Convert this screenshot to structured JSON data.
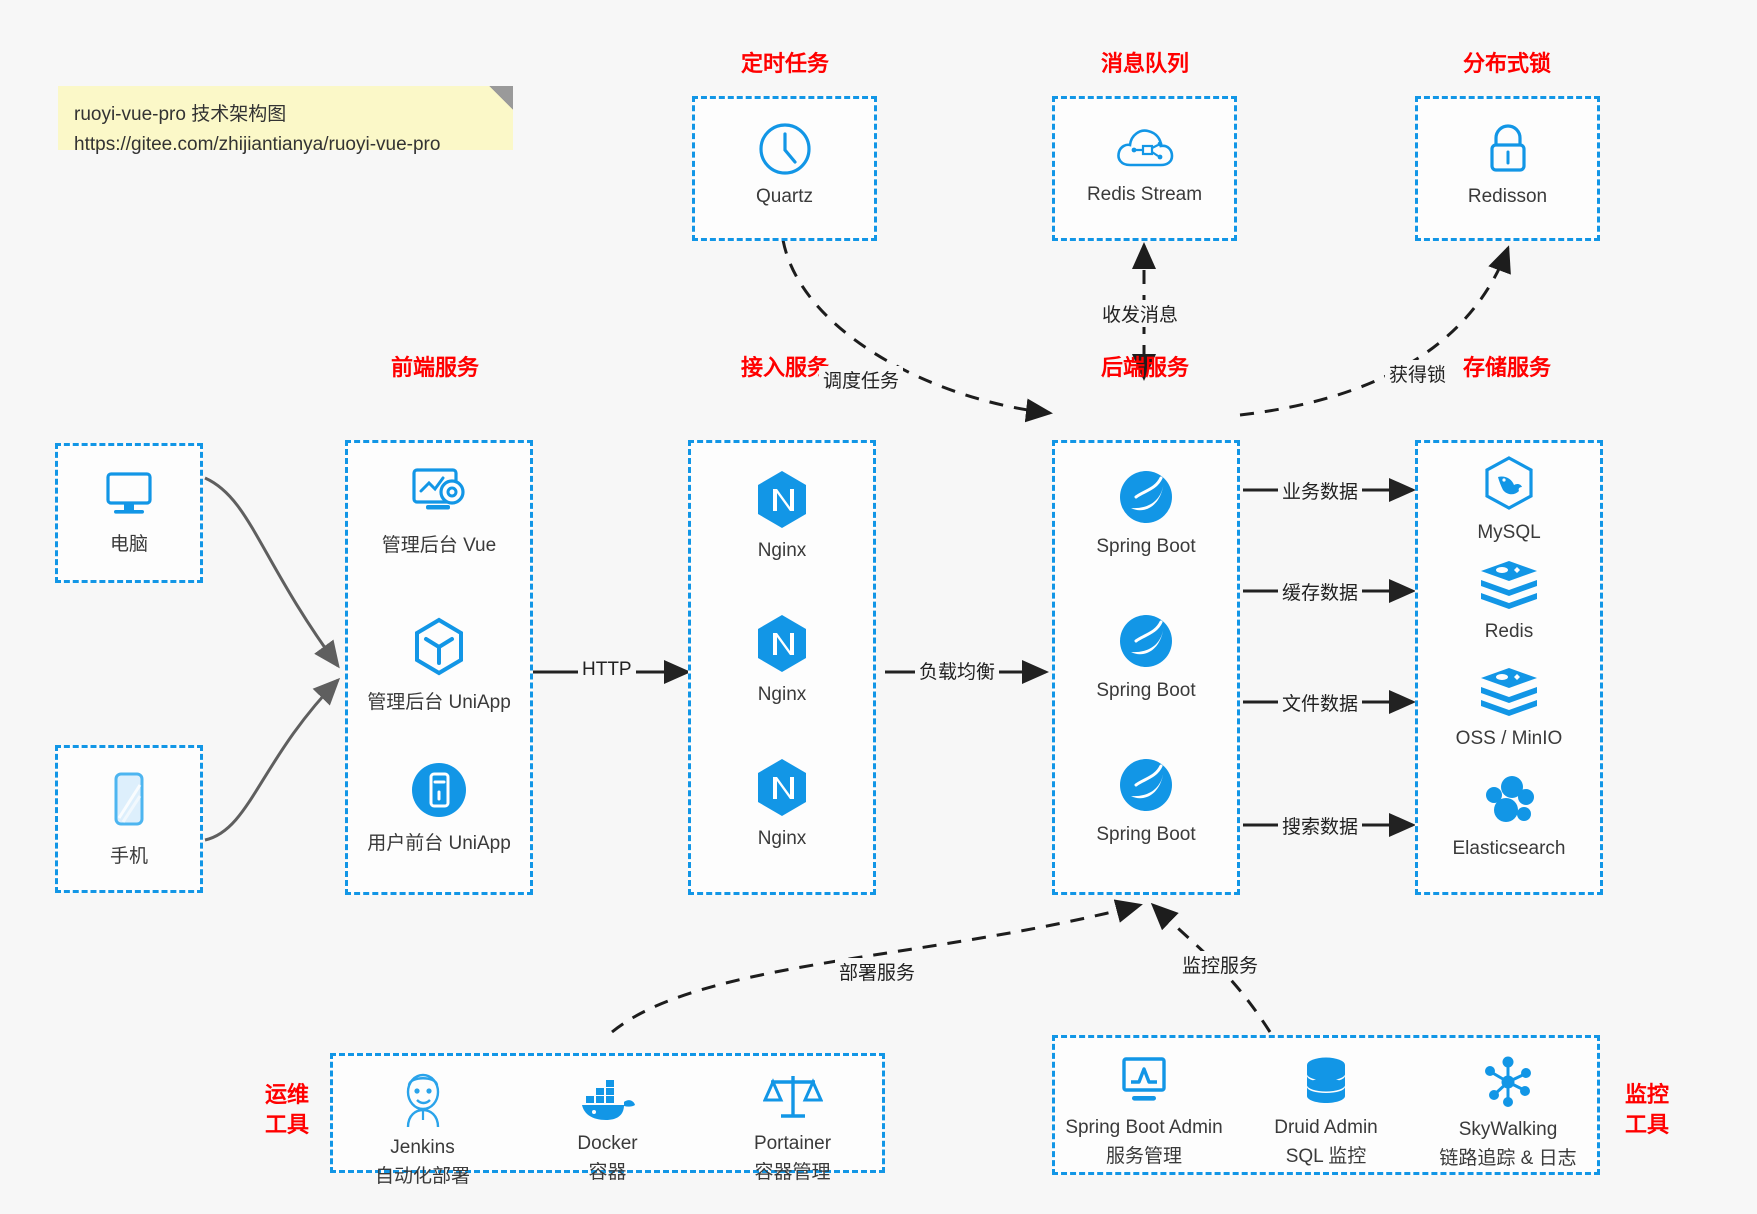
{
  "note": {
    "line1": "ruoyi-vue-pro 技术架构图",
    "line2": "https://gitee.com/zhijiantianya/ruoyi-vue-pro"
  },
  "colors": {
    "accent_blue": "#1296e6",
    "title_red": "#ff0000",
    "background": "#f7f7f7",
    "note_yellow": "#fbf8c8",
    "arrow_dark": "#333333",
    "arrow_gray": "#666666"
  },
  "groups": {
    "scheduler": {
      "title": "定时任务",
      "items": [
        {
          "label": "Quartz",
          "icon": "clock-icon"
        }
      ]
    },
    "mq": {
      "title": "消息队列",
      "items": [
        {
          "label": "Redis Stream",
          "icon": "cloud-network-icon"
        }
      ]
    },
    "lock": {
      "title": "分布式锁",
      "items": [
        {
          "label": "Redisson",
          "icon": "lock-icon"
        }
      ]
    },
    "client_pc": {
      "items": [
        {
          "label": "电脑",
          "icon": "desktop-icon"
        }
      ]
    },
    "client_phone": {
      "items": [
        {
          "label": "手机",
          "icon": "smartphone-icon"
        }
      ]
    },
    "frontend": {
      "title": "前端服务",
      "items": [
        {
          "label": "管理后台 Vue",
          "icon": "dashboard-gear-icon"
        },
        {
          "label": "管理后台 UniApp",
          "icon": "cube-icon"
        },
        {
          "label": "用户前台 UniApp",
          "icon": "mobile-app-icon"
        }
      ]
    },
    "gateway": {
      "title": "接入服务",
      "items": [
        {
          "label": "Nginx",
          "icon": "nginx-icon"
        },
        {
          "label": "Nginx",
          "icon": "nginx-icon"
        },
        {
          "label": "Nginx",
          "icon": "nginx-icon"
        }
      ]
    },
    "backend": {
      "title": "后端服务",
      "items": [
        {
          "label": "Spring Boot",
          "icon": "spring-boot-icon"
        },
        {
          "label": "Spring Boot",
          "icon": "spring-boot-icon"
        },
        {
          "label": "Spring Boot",
          "icon": "spring-boot-icon"
        }
      ]
    },
    "storage": {
      "title": "存储服务",
      "items": [
        {
          "label": "MySQL",
          "icon": "mysql-icon"
        },
        {
          "label": "Redis",
          "icon": "redis-icon"
        },
        {
          "label": "OSS / MinIO",
          "icon": "redis-icon"
        },
        {
          "label": "Elasticsearch",
          "icon": "elasticsearch-icon"
        }
      ]
    },
    "devops": {
      "title_line1": "运维",
      "title_line2": "工具",
      "items": [
        {
          "label": "Jenkins",
          "sub": "自动化部署",
          "icon": "jenkins-icon"
        },
        {
          "label": "Docker",
          "sub": "容器",
          "icon": "docker-icon"
        },
        {
          "label": "Portainer",
          "sub": "容器管理",
          "icon": "scales-icon"
        }
      ]
    },
    "monitor": {
      "title_line1": "监控",
      "title_line2": "工具",
      "items": [
        {
          "label": "Spring Boot Admin",
          "sub": "服务管理",
          "icon": "monitor-chart-icon"
        },
        {
          "label": "Druid Admin",
          "sub": "SQL 监控",
          "icon": "database-icon"
        },
        {
          "label": "SkyWalking",
          "sub": "链路追踪 & 日志",
          "icon": "skywalking-icon"
        }
      ]
    }
  },
  "edges": [
    {
      "id": "client-to-frontend",
      "label": ""
    },
    {
      "id": "frontend-to-gateway",
      "label": "HTTP"
    },
    {
      "id": "gateway-to-backend",
      "label": "负载均衡"
    },
    {
      "id": "scheduler-to-backend",
      "label": "调度任务"
    },
    {
      "id": "mq-to-backend",
      "label": "收发消息"
    },
    {
      "id": "backend-to-lock",
      "label": "获得锁"
    },
    {
      "id": "backend-to-mysql",
      "label": "业务数据"
    },
    {
      "id": "backend-to-redis",
      "label": "缓存数据"
    },
    {
      "id": "backend-to-oss",
      "label": "文件数据"
    },
    {
      "id": "backend-to-es",
      "label": "搜索数据"
    },
    {
      "id": "devops-to-backend",
      "label": "部署服务"
    },
    {
      "id": "monitor-to-backend",
      "label": "监控服务"
    }
  ]
}
